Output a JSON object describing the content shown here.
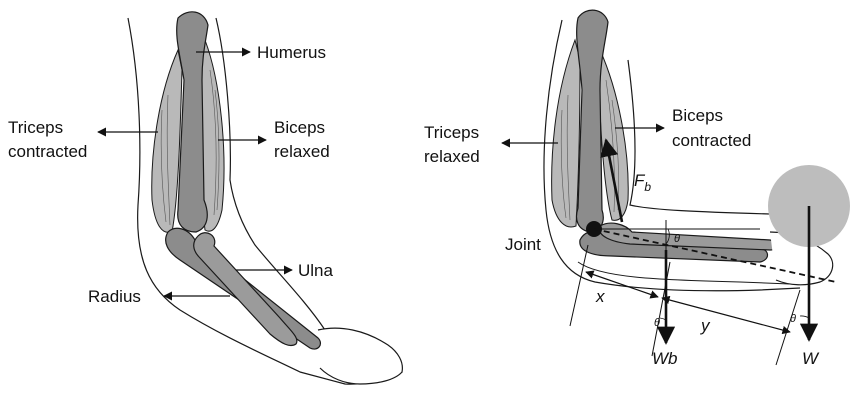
{
  "colors": {
    "bone": "#8c8c8c",
    "muscle": "#b9b9b9",
    "outline": "#1a1a1a",
    "weight": "#bdbdbd"
  },
  "left": {
    "humerus": "Humerus",
    "triceps_line1": "Triceps",
    "triceps_line2": "contracted",
    "biceps_line1": "Biceps",
    "biceps_line2": "relaxed",
    "ulna": "Ulna",
    "radius": "Radius"
  },
  "right": {
    "triceps_line1": "Triceps",
    "triceps_line2": "relaxed",
    "biceps_line1": "Biceps",
    "biceps_line2": "contracted",
    "force_main": "F",
    "force_sub": "b",
    "joint": "Joint",
    "x": "x",
    "y": "y",
    "wb": "Wb",
    "w": "W",
    "theta": "θ"
  }
}
